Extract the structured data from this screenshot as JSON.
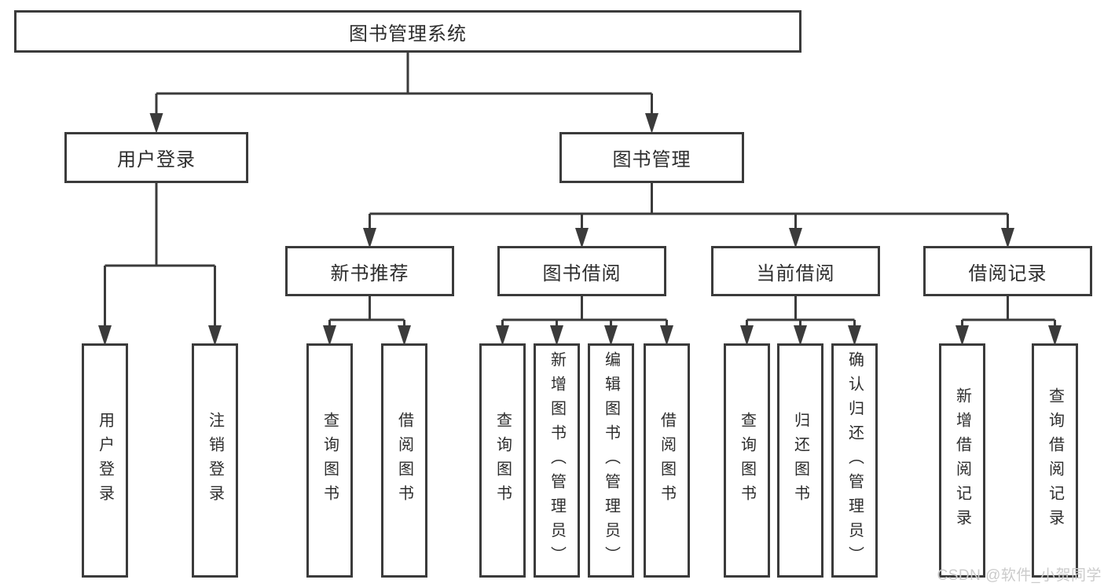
{
  "diagram": {
    "root": {
      "label": "图书管理系统"
    },
    "level2": {
      "user_login": {
        "label": "用户登录"
      },
      "book_mgmt": {
        "label": "图书管理"
      }
    },
    "level3": {
      "new_books": {
        "label": "新书推荐"
      },
      "borrow": {
        "label": "图书借阅"
      },
      "current": {
        "label": "当前借阅"
      },
      "records": {
        "label": "借阅记录"
      }
    },
    "leaves": {
      "user_login": [
        "用户登录",
        "注销登录"
      ],
      "new_books": [
        "查询图书",
        "借阅图书"
      ],
      "borrow": [
        "查询图书",
        "新增图书（管理员）",
        "编辑图书（管理员）",
        "借阅图书"
      ],
      "current": [
        "查询图书",
        "归还图书",
        "确认归还（管理员）"
      ],
      "records": [
        "新增借阅记录",
        "查询借阅记录"
      ]
    }
  },
  "watermark": {
    "text": "CSDN @软件_小贺同学"
  },
  "colors": {
    "line": "#3b3b3b",
    "text": "#2d2d2d",
    "watermark": "#cbcbcb",
    "background": "#ffffff"
  }
}
